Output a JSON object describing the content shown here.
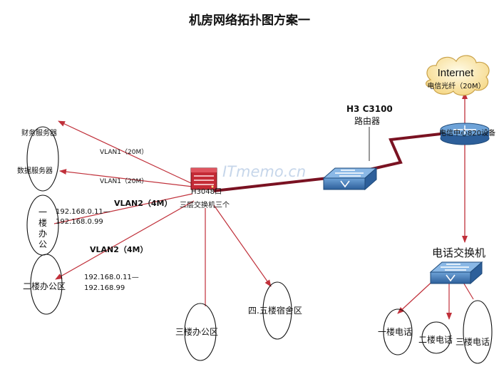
{
  "title": "机房网络拓扑图方案一",
  "internet": {
    "label": "Internet",
    "sublabel": "电信光纤（20M）"
  },
  "router": {
    "model": "H3 C3100",
    "name": "路由器"
  },
  "isp_device": {
    "label": "电信中心820设备"
  },
  "core_switch": {
    "model": "H3048口",
    "name": "三层交换机三个"
  },
  "phone_switch": {
    "label": "电话交换机"
  },
  "watermark": "ITmemo.cn",
  "nodes": {
    "finance_server": "财务服务器",
    "data_server": "数据服务器",
    "floor1_office": "一楼办公区",
    "floor2_office": "二楼办公区",
    "floor3_office": "三楼办公区",
    "dorm": "四.五楼宿舍区",
    "phone1": "一楼电话",
    "phone2": "二楼电话",
    "phone3": "三楼电话"
  },
  "links": {
    "vlan1_a": "VLAN1（20M）",
    "vlan1_b": "VLAN1（20M）",
    "vlan2_a": "VLAN2（4M）",
    "vlan2_b": "VLAN2（4M）",
    "ip_f1_start": "192.168.0.11—",
    "ip_f1_end": "192.168.0.99",
    "ip_f2_start": "192.168.0.11—",
    "ip_f2_end": "192.168.99"
  }
}
